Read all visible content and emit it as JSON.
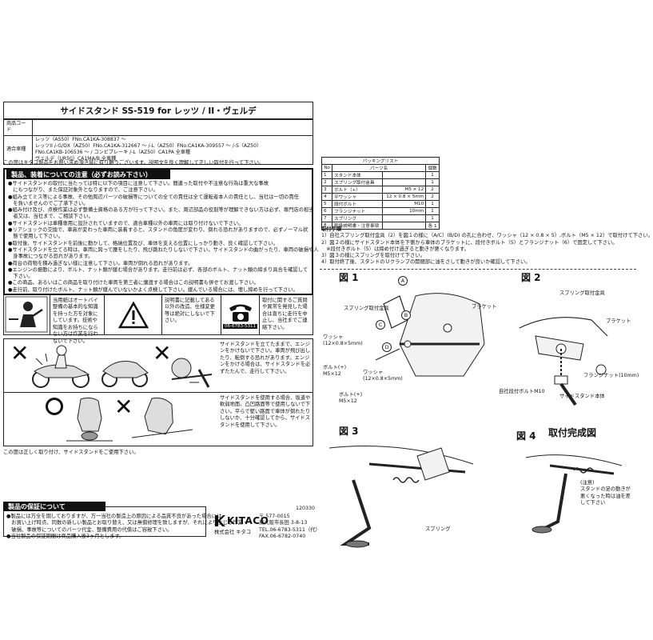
{
  "title": "サイドスタンド SS-519 for レッツ / II・ヴェルデ",
  "info": {
    "code_label": "商品コード",
    "code_value": "",
    "models_label": "適合車種",
    "models": [
      "レッツ（AS50）FNo.CA1KA-308837 〜",
      "レッツII /-G/DX（AZ50）FNo.CA1KA-312667 〜 /-L（AZ50）FNo.CA1KA-309557 〜 /-S（AZ50）",
      "FNo.CA1KB-106536 〜 / コンビブレーキ /-L（AZ50）CA1PA 全車種",
      "ヴェルデ（UR50）CA1MA/B 全車種"
    ]
  },
  "thanks": "この度はキタコ製品をお買い求め頂き誠に有り難うございます。説明文を良く理解して正しい取付を行って下さい。",
  "caution": {
    "title": "製品、装着についての注意（必ずお読み下さい）",
    "items": [
      "●サイドスタンドの取付に当たっては特に以下の項目に注意して下さい。間違った取付や不注意な行為は重大な事故",
      "　にもつながり、また保証対象外となりますので、ご注意下さい。",
      "●組み立てミス等による事故、その他周辺パーツの破損等についての全ての責任は全て運転者本人の責任とし、当社は一切の責任",
      "　を負いませんのでご了承下さい。",
      "●組み付け及び、点検作業は必ず整備士資格のある方が行って下さい。また、周辺部品の役割等が理解できない方は必ず、専門店の担当",
      "　者又は、当社まで、ご相談下さい。",
      "●サイドスタンドは車種専用に設計されていますので、適合車種以外の車両には取り付けないで下さい。",
      "●リアショックの交換で、車高が変わった車両に装着すると、スタンドの角度が変わり、倒れる恐れがありますので、必ずノーマル状",
      "　態で使用して下さい。",
      "●取付後、サイドスタンドを前後に動かして、格納位置及び、車体を支える位置にしっかり動き、良く確認して下さい。",
      "●サイドスタンドを立てる時は、車両に跨って腰をしたり、飛び跳ねたりしないで下さい。サイドスタンドの曲がったり、車両の破損や人",
      "　身事故につながる恐れがあります。",
      "●荷台の荷物を積み過ぎない様に注意して下さい。車両が倒れる恐れがあります。",
      "●エンジンの振動により、ボルト、ナット類が緩む場合があります。走行前は必ず、各部のボルト、ナット類の締まり具合を確認して",
      "　下さい。",
      "●この商品、あるいはこの商品を取り付けた車両を第三者に譲渡する場合はこの説明書も併せてお渡し下さい。",
      "●走行前、取り付けたボルト、ナット類が緩んでいないかよく点検して下さい。緩んでいる場合には、増し締めを行って下さい。"
    ]
  },
  "warnings": {
    "manual_note": "当用紙はオートバイ整備の基本的な知識を持った方を対象にしています。技術や知識をお持ちにならない方は作業を行わないで下さい。",
    "spec_note": "説明書に記載してある以外の改造、仕様変更等は絶対にしないで下さい。",
    "contact_note": "取付に関するご質問や異常を発見した場合は直ちに走行を中止し、当社までご連絡下さい。",
    "phone": "06-6783-5311"
  },
  "scenes": {
    "scene1_text": "サイドスタンドを立てたままで、エンジンをかけないで下さい。車両が飛び出したり、転倒する恐れがあります。エンジンをかける場合は、サイドスタンドを必ずたたんで、走行して下さい。",
    "scene2_text": "サイドスタンドを使用する場合、坂道や軟弱地面、凸凹路面等で使用しないで下さい。平らで堅い路面で車体が倒れたりしないか、十分確認してから、サイドスタンドを使用して下さい。"
  },
  "footer_note": "この度は正しく取り付け、サイドスタンドをご使用下さい。",
  "doc_code": "120330",
  "guarantee": {
    "title": "製品の保証について",
    "items": [
      "●製品には万全を期しておりますが、万一当社の製造上の原因による品質不良があった場合には、",
      "　お買い上げ時点、同数の新しい製品とお取り替え、又は無償修理を致しますが、それにより生じる作業・",
      "　破損、事故等についてのパーツ代金、整備費用の代償はご容赦下さい。",
      "●当社製品の保証期間は商品購入後3ヶ月とします。"
    ]
  },
  "company": {
    "logo": "KITACO",
    "name": "株式会社 キタコ",
    "postal": "〒 577-0015",
    "address": "東大阪市長田 3-8-13",
    "tel": "TEL.06-6783-5311（代）",
    "fax": "FAX.06-6782-0740"
  },
  "packing": {
    "title": "パッキングリスト",
    "headers": [
      "No",
      "パーツ名",
      "個数"
    ],
    "rows": [
      [
        "1",
        "スタンド本体",
        "",
        "1"
      ],
      [
        "2",
        "スプリング取付金具",
        "",
        "1"
      ],
      [
        "3",
        "ボルト（+）",
        "M5 × 12",
        "2"
      ],
      [
        "4",
        "平ワッシャ",
        "12 × 0.8 × 5mm",
        "2"
      ],
      [
        "5",
        "段付ボルト",
        "M10",
        "1"
      ],
      [
        "6",
        "フランジナット",
        "10mm",
        "1"
      ],
      [
        "7",
        "スプリング",
        "",
        "1"
      ],
      [
        "8",
        "取扱説明書・注意事項",
        "",
        "各 1"
      ]
    ]
  },
  "procedure": {
    "title": "取付手順",
    "steps": [
      "1）自社スプリング取付金具（2）を図１の様に（A/C）(B/D) の孔に合わせ、ワッシャ（12 × 0.8 × 5）,ボルト（M5 × 12）で取付けて下さい。",
      "2）図２の様にサイドスタンド本体を下側から車体のブラケットに、段付きボルト（5）とフランジナット（6）で固定して下さい。",
      "　※段付きボルト（5）は締め付け過ぎると動きが悪くなります。",
      "3）図３の様にスプリングを取付けて下さい。",
      "4）取付終了後、スタンドのＵクランプの開閉部に油をさして動きが良いか確認して下さい。"
    ]
  },
  "figures": {
    "fig1": {
      "label": "図 1",
      "labels": [
        "スプリング取付金具",
        "ブラケット",
        "ワッシャ\n(12×0.8×5mm)",
        "ボルト(+)\nM5×12",
        "ワッシャ\n(12×0.8×5mm)",
        "ボルト(+)\nM5×12"
      ],
      "callouts": [
        "A",
        "B",
        "C",
        "D"
      ]
    },
    "fig2": {
      "label": "図 2",
      "labels": [
        "スプリング取付金具",
        "ブラケット",
        "フランジナット(10mm)",
        "自社段付ボルトM10",
        "サイドスタンド本体"
      ]
    },
    "fig3": {
      "label": "図 3",
      "labels": [
        "スプリング"
      ]
    },
    "fig4": {
      "label": "図 4",
      "sub": "取付完成図",
      "note": "(注意)\nスタンドの足の動きが\n悪くなった時は油を差\nして下さい"
    }
  }
}
